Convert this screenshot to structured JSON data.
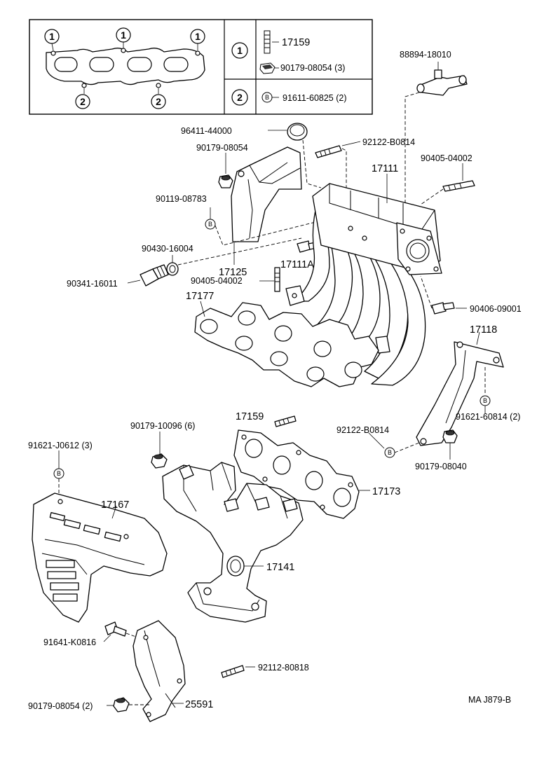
{
  "legend": {
    "row1": {
      "symbol": "1",
      "items": [
        {
          "part": "17159"
        },
        {
          "part": "90179-08054 (3)"
        }
      ]
    },
    "row2": {
      "symbol": "2",
      "b_symbol": "B",
      "part": "91611-60825 (2)"
    },
    "gasket_markers": {
      "one": "1",
      "two": "2"
    }
  },
  "labels": {
    "p88894_18010": "88894-18010",
    "p96411_44000": "96411-44000",
    "p92122_B0814_top": "92122-B0814",
    "p90179_08054_top": "90179-08054",
    "p90405_04002_right": "90405-04002",
    "p17111": "17111",
    "p90119_08783": "90119-08783",
    "p90430_16004": "90430-16004",
    "p17125": "17125",
    "p17111A": "17111A",
    "p90341_16011": "90341-16011",
    "p90405_04002_mid": "90405-04002",
    "p17177": "17177",
    "p90406_09001": "90406-09001",
    "p17118": "17118",
    "p91621_60814": "91621-60814 (2)",
    "p17159": "17159",
    "p90179_10096": "90179-10096 (6)",
    "p92122_B0814_mid": "92122-B0814",
    "p91621_J0612": "91621-J0612 (3)",
    "p90179_08040": "90179-08040",
    "p17167": "17167",
    "p17173": "17173",
    "p17141": "17141",
    "p91641_K0816": "91641-K0816",
    "p92112_80818": "92112-80818",
    "p90179_08054_bot": "90179-08054 (2)",
    "p25591": "25591",
    "diagram_code": "MA J879-B"
  },
  "b_marker": "B"
}
